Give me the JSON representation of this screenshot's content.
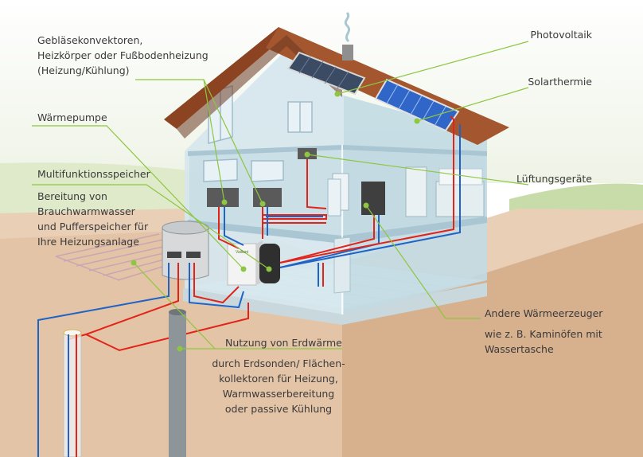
{
  "labels": {
    "geblaese": [
      "Gebläsekonvektoren,",
      "Heizkörper oder Fußbodenheizung",
      "(Heizung/Kühlung)"
    ],
    "waermepumpe": "Wärmepumpe",
    "multi_title": "Multifunktionsspeicher",
    "multi_desc": [
      "Bereitung von",
      "Brauchwarmwasser",
      "und Pufferspeicher für",
      "Ihre Heizungsanlage"
    ],
    "photovoltaik": "Photovoltaik",
    "solarthermie": "Solarthermie",
    "lueftung": "Lüftungsgeräte",
    "andere_title": "Andere Wärmeerzeuger",
    "andere_desc": [
      "wie z. B. Kaminöfen mit",
      "Wassertasche"
    ],
    "erdwaerme_title": "Nutzung von Erdwärme",
    "erdwaerme_desc": [
      "durch Erdsonden/ Flächen-",
      "kollektoren für Heizung,",
      "Warmwasserbereitung",
      "oder passive Kühlung"
    ],
    "brand": "Vaillant"
  },
  "colors": {
    "leader": "#8dc63f",
    "flow": "#e2231a",
    "return": "#1f63c6",
    "soil": "#e7c7aa",
    "roof": "#a4532d",
    "wall": "#cfe3ea",
    "text": "#3a3a3a"
  }
}
